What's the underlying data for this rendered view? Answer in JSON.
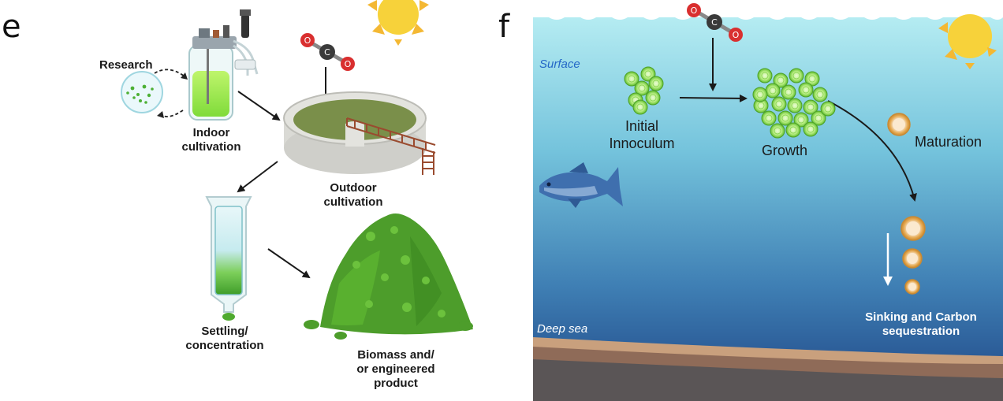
{
  "panel_e": {
    "letter": "e",
    "labels": {
      "research": "Research",
      "indoor_cultivation": "Indoor\ncultivation",
      "outdoor_cultivation": "Outdoor\ncultivation",
      "settling": "Settling/\nconcentration",
      "biomass": "Biomass and/\nor engineered\nproduct"
    },
    "molecule": {
      "atoms": [
        "O",
        "C",
        "O"
      ]
    }
  },
  "panel_f": {
    "letter": "f",
    "labels": {
      "surface": "Surface",
      "deep_sea": "Deep sea",
      "initial": "Initial\nInnoculum",
      "growth": "Growth",
      "maturation": "Maturation",
      "sinking": "Sinking and Carbon\nsequestration"
    },
    "molecule": {
      "atoms": [
        "O",
        "C",
        "O"
      ]
    }
  },
  "colors": {
    "algae_green": "#5cb531",
    "water_top": "#a9e7ef",
    "water_bottom": "#1f4c8a",
    "sun": "#f7d23a",
    "oxygen": "#d92f2f",
    "carbon": "#3a3a3a",
    "sediment": "#c9a07d"
  }
}
